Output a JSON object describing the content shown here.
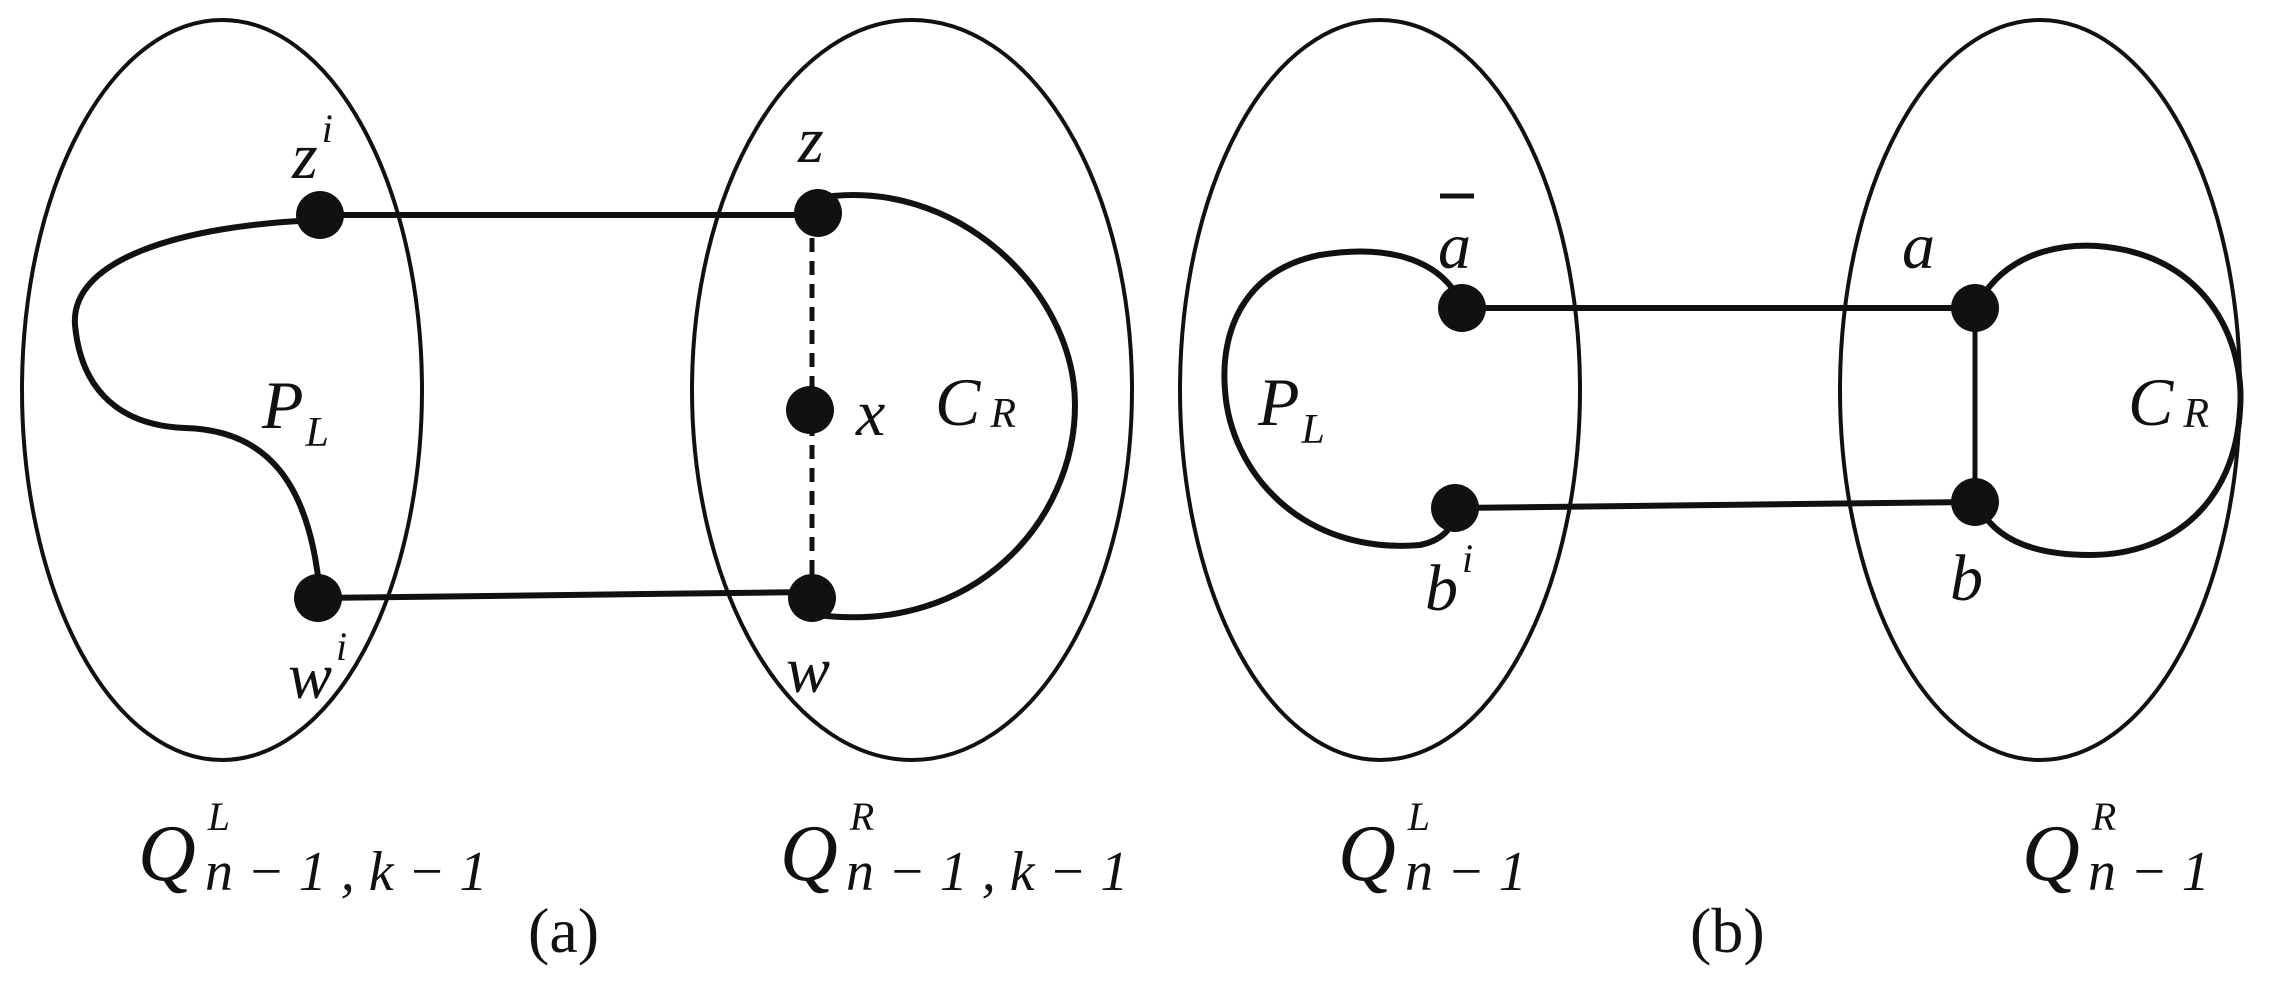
{
  "panel_a": {
    "caption": "(a)",
    "left_cube": {
      "label_base": "Q",
      "label_sup": "L",
      "label_sub": "n − 1 , k − 1"
    },
    "right_cube": {
      "label_base": "Q",
      "label_sup": "R",
      "label_sub": "n − 1 , k − 1"
    },
    "path_label": {
      "base": "P",
      "sub": "L"
    },
    "cycle_label": {
      "base": "C",
      "sub": "R"
    },
    "nodes": {
      "zi": {
        "base": "z",
        "sup": "i"
      },
      "wi": {
        "base": "w",
        "sup": "i"
      },
      "z": {
        "base": "z"
      },
      "x": {
        "base": "x"
      },
      "w": {
        "base": "w"
      }
    }
  },
  "panel_b": {
    "caption": "(b)",
    "left_cube": {
      "label_base": "Q",
      "label_sup": "L",
      "label_sub": "n − 1"
    },
    "right_cube": {
      "label_base": "Q",
      "label_sup": "R",
      "label_sub": "n − 1"
    },
    "path_label": {
      "base": "P",
      "sub": "L"
    },
    "cycle_label": {
      "base": "C",
      "sub": "R"
    },
    "nodes": {
      "abar": {
        "base": "a"
      },
      "bi": {
        "base": "b",
        "sup": "i"
      },
      "a": {
        "base": "a"
      },
      "b": {
        "base": "b"
      }
    }
  }
}
